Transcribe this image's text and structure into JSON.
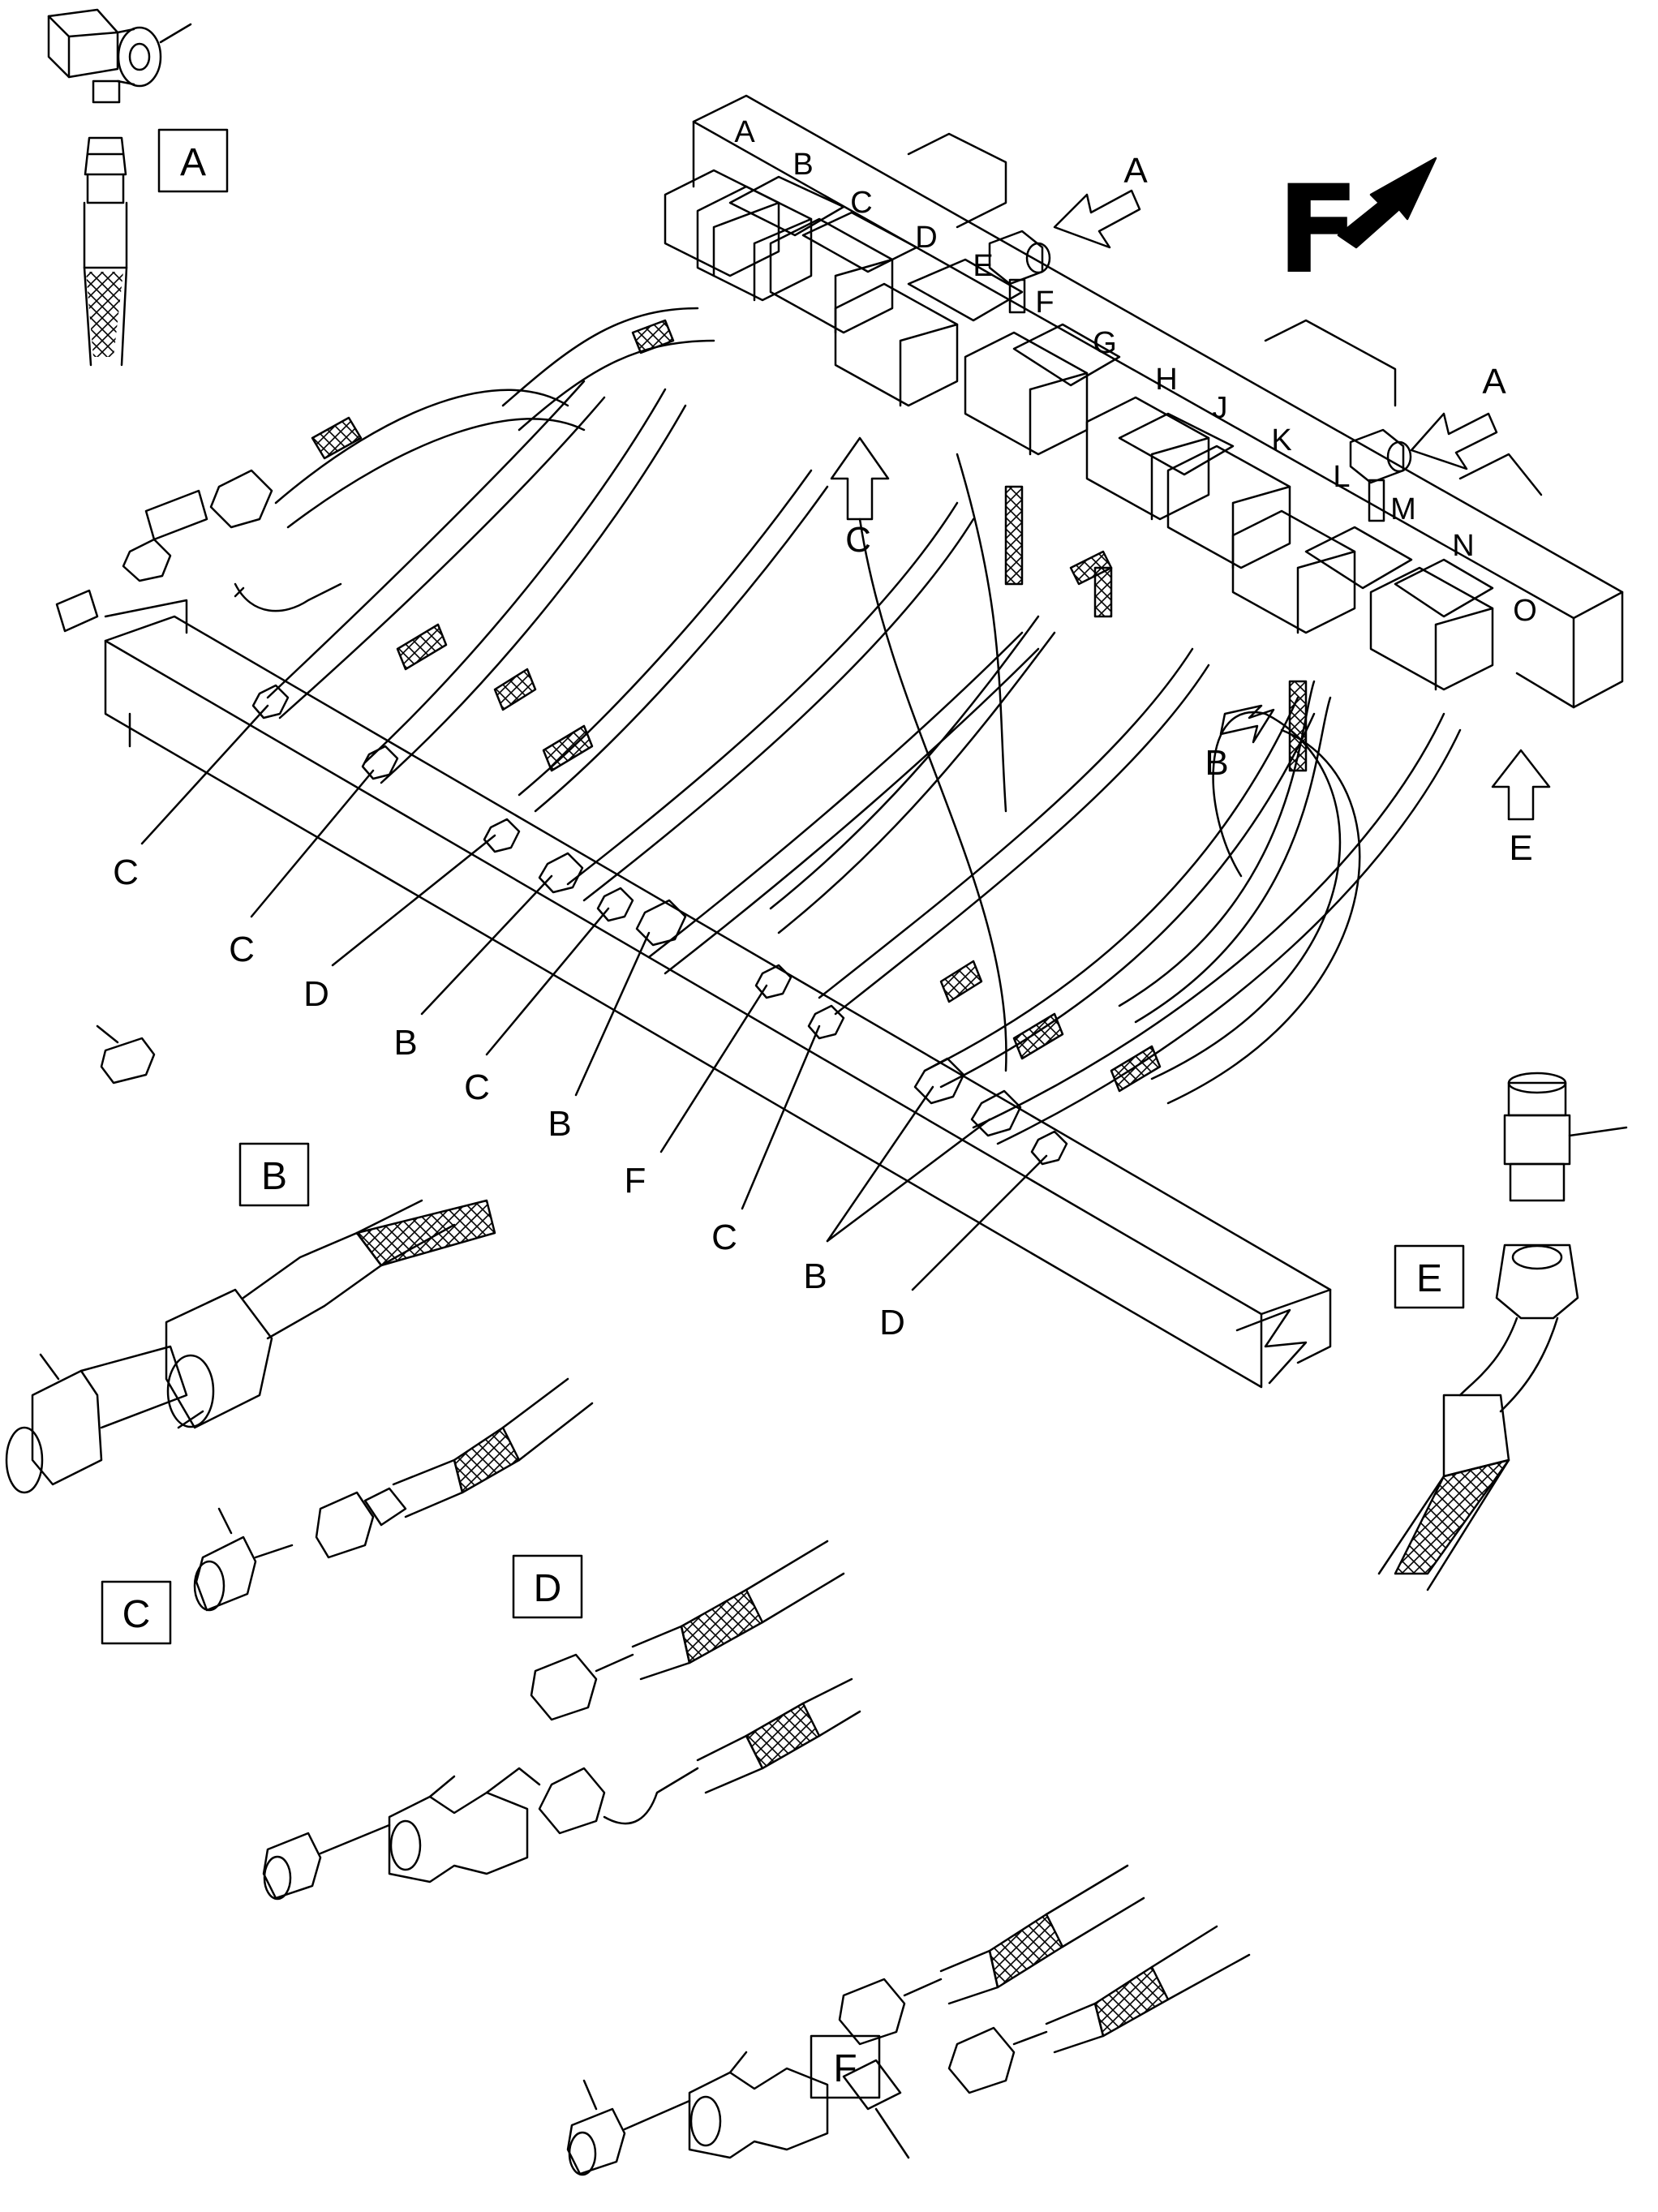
{
  "diagram": {
    "valve_labels": [
      "A",
      "B",
      "C",
      "D",
      "E",
      "F",
      "G",
      "H",
      "J",
      "K",
      "L",
      "M",
      "N",
      "O"
    ],
    "direction_label": "F",
    "view_arrows": [
      "A",
      "A",
      "C",
      "B",
      "E"
    ],
    "callouts": [
      "C",
      "C",
      "D",
      "B",
      "C",
      "B",
      "F",
      "C",
      "B",
      "D"
    ],
    "detail_boxes": [
      "A",
      "B",
      "C",
      "D",
      "E",
      "F"
    ]
  },
  "colors": {
    "line": "#000000",
    "background": "#ffffff"
  }
}
